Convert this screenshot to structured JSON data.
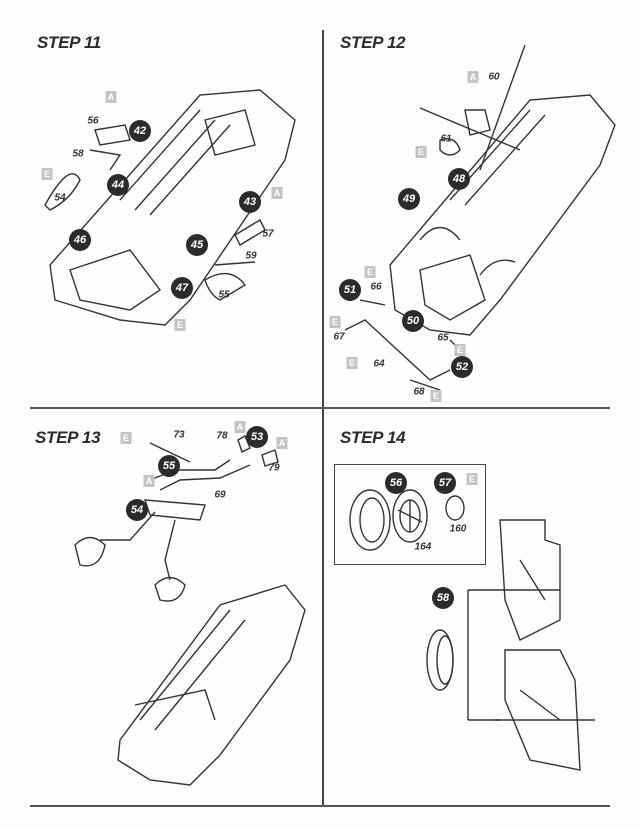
{
  "steps": [
    {
      "title": "STEP 11",
      "callouts": [
        "42",
        "43",
        "44",
        "45",
        "46",
        "47"
      ],
      "parts": [
        "56",
        "58",
        "54",
        "57",
        "59",
        "55"
      ],
      "letters": [
        "A",
        "E",
        "A",
        "E"
      ]
    },
    {
      "title": "STEP 12",
      "callouts": [
        "48",
        "49",
        "51",
        "50",
        "52"
      ],
      "parts": [
        "60",
        "61",
        "66",
        "67",
        "64",
        "65",
        "68"
      ],
      "letters": [
        "A",
        "E",
        "E",
        "E",
        "E",
        "E",
        "E"
      ]
    },
    {
      "title": "STEP 13",
      "callouts": [
        "53",
        "55",
        "54"
      ],
      "parts": [
        "73",
        "78",
        "79",
        "69"
      ],
      "letters": [
        "E",
        "A",
        "A",
        "A"
      ]
    },
    {
      "title": "STEP 14",
      "callouts": [
        "56",
        "57",
        "58"
      ],
      "parts": [
        "160",
        "164"
      ],
      "letters": [
        "E"
      ]
    }
  ],
  "colors": {
    "callout": "#2e2a2a",
    "letter_badge": "#c4c4c4",
    "line": "#333333"
  }
}
